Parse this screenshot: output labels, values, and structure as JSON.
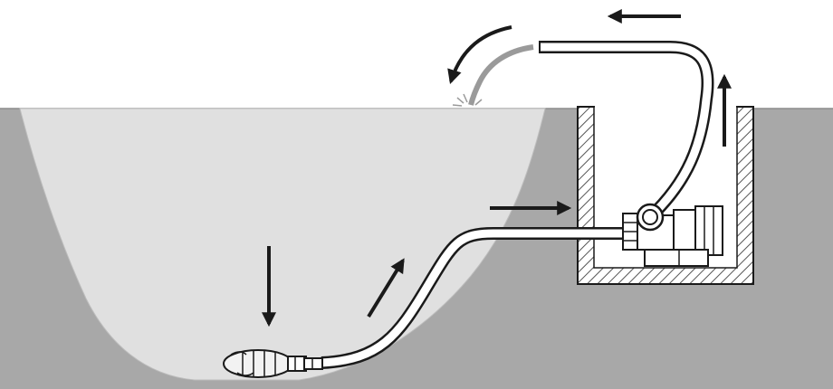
{
  "diagram": {
    "type": "pond-filter-pump-circulation",
    "labels": [],
    "flow_arrows": [
      "down",
      "up-right",
      "right",
      "up",
      "left",
      "curved-left"
    ],
    "colors": {
      "ground": "#a8a8a8",
      "pond_water": "#e0e0e0",
      "outline": "#1a1a1a",
      "hose": "#ffffff",
      "basin_interior": "#ffffff",
      "hatch": "#555555",
      "water_jet": "#9a9a9a"
    },
    "icons": [
      "submersible-pump-icon",
      "surface-pump-icon",
      "arrow-icon"
    ]
  }
}
